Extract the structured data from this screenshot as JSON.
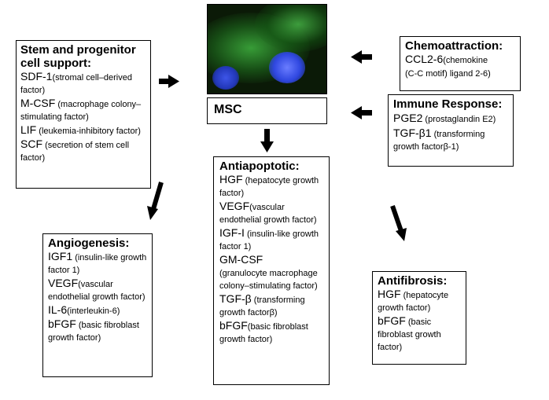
{
  "msc": {
    "label": "MSC"
  },
  "stem": {
    "title_line1": "Stem and progenitor",
    "title_line2": "cell support:",
    "items": [
      {
        "term": "SDF-1",
        "desc": "(stromal cell–derived factor)"
      },
      {
        "term": "M-CSF",
        "desc": "(macrophage colony–stimulating factor)"
      },
      {
        "term": "LIF",
        "desc": "(leukemia-inhibitory factor)"
      },
      {
        "term": "SCF",
        "desc": "(secretion of stem cell factor)"
      }
    ]
  },
  "chemo": {
    "title": "Chemoattraction:",
    "term": "CCL2-6",
    "desc_a": "(chemokine",
    "desc_b": "(C-C motif) ligand 2-6)"
  },
  "immune": {
    "title": "Immune Response:",
    "items": [
      {
        "term": "PGE2",
        "desc": "(prostaglandin E2)"
      },
      {
        "term": "TGF-β1",
        "desc": "(transforming growth factorβ-1)"
      }
    ]
  },
  "anti_apop": {
    "title": "Antiapoptotic:",
    "items": [
      {
        "term": "HGF",
        "desc": "(hepatocyte growth factor)"
      },
      {
        "term": "VEGF",
        "desc": "(vascular endothelial growth factor)"
      },
      {
        "term": "IGF-I",
        "desc": "(insulin-like growth factor 1)"
      },
      {
        "term": "GM-CSF",
        "desc": "(granulocyte macrophage colony–stimulating factor)"
      },
      {
        "term": "TGF-β",
        "desc": "(transforming growth factorβ)"
      },
      {
        "term": "bFGF",
        "desc": "(basic fibroblast growth factor)"
      }
    ]
  },
  "angio": {
    "title": "Angiogenesis:",
    "items": [
      {
        "term": "IGF1",
        "desc": "(insulin-like growth factor 1)"
      },
      {
        "term": "VEGF",
        "desc": "(vascular endothelial growth factor)"
      },
      {
        "term": "IL-6",
        "desc": "(interleukin-6)"
      },
      {
        "term": "bFGF",
        "desc": "(basic fibroblast growth factor)"
      }
    ]
  },
  "antifib": {
    "title": "Antifibrosis:",
    "items": [
      {
        "term": "HGF",
        "desc": "(hepatocyte growth factor)"
      },
      {
        "term": "bFGF",
        "desc": "(basic fibroblast growth factor)"
      }
    ]
  },
  "colors": {
    "arrow": "#000000",
    "border": "#000000",
    "nucleus": "#2f47e0",
    "cytoplasm": "#3caa3c"
  }
}
